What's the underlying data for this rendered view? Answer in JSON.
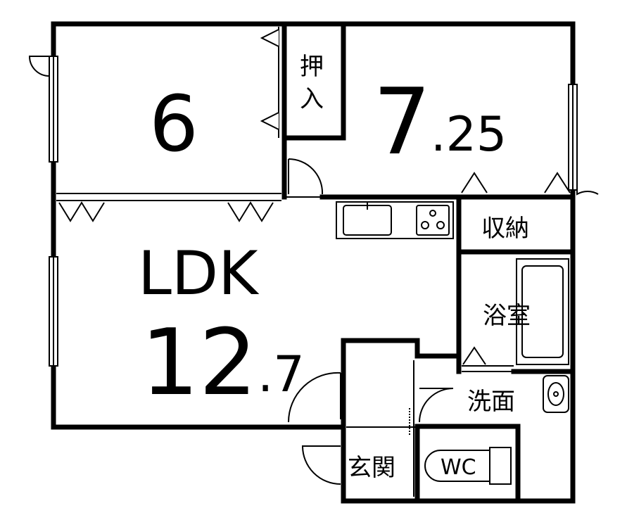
{
  "rooms": {
    "room_6": {
      "size": "6"
    },
    "room_7": {
      "size_int": "7",
      "size_dec": ".25"
    },
    "ldk": {
      "label": "LDK",
      "size_int": "12",
      "size_dec": ".7"
    },
    "oshiire": {
      "line1": "押",
      "line2": "入"
    },
    "storage": {
      "label": "収納"
    },
    "bath": {
      "label": "浴室"
    },
    "washroom": {
      "label": "洗面"
    },
    "entrance": {
      "label": "玄関"
    },
    "toilet": {
      "label": "WC"
    }
  },
  "colors": {
    "wall": "#000000",
    "line": "#000000",
    "background": "#ffffff"
  }
}
